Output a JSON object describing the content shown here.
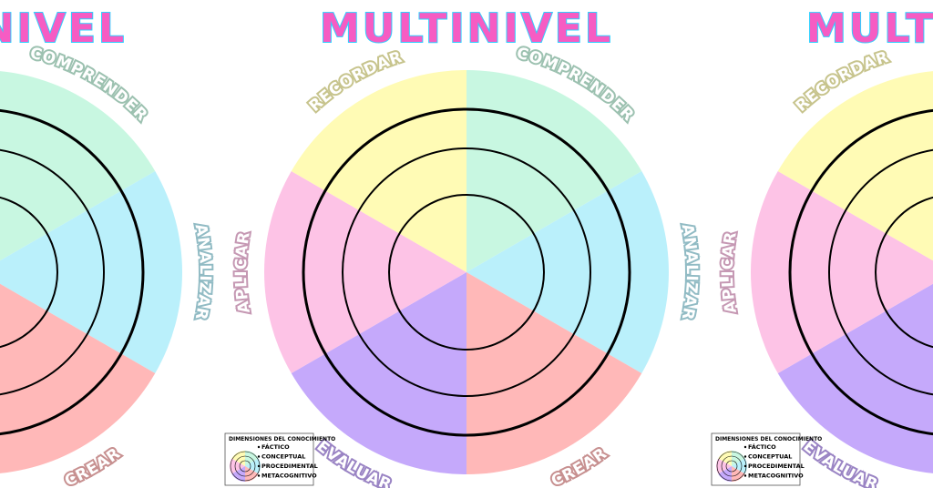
{
  "title": "MULTINIVEL",
  "colors": {
    "recordar": "#fffbb5",
    "comprender": "#c8f7e1",
    "analizar": "#baf0fb",
    "crear": "#ffb8b8",
    "evaluar": "#c5a9fb",
    "aplicar": "#fdc3e6",
    "rings": "#000000"
  },
  "segments": [
    {
      "key": "comprender",
      "label": "COMPRENDER"
    },
    {
      "key": "analizar",
      "label": "ANALIZAR"
    },
    {
      "key": "crear",
      "label": "CREAR"
    },
    {
      "key": "evaluar",
      "label": "EVALUAR"
    },
    {
      "key": "aplicar",
      "label": "APLICAR"
    },
    {
      "key": "recordar",
      "label": "RECORDAR"
    }
  ],
  "legend": {
    "heading": "DIMENSIONES DEL CONOCIMIENTO",
    "items": [
      "FÁCTICO",
      "CONCEPTUAL",
      "PROCEDIMENTAL",
      "METACOGNITIVO"
    ]
  }
}
